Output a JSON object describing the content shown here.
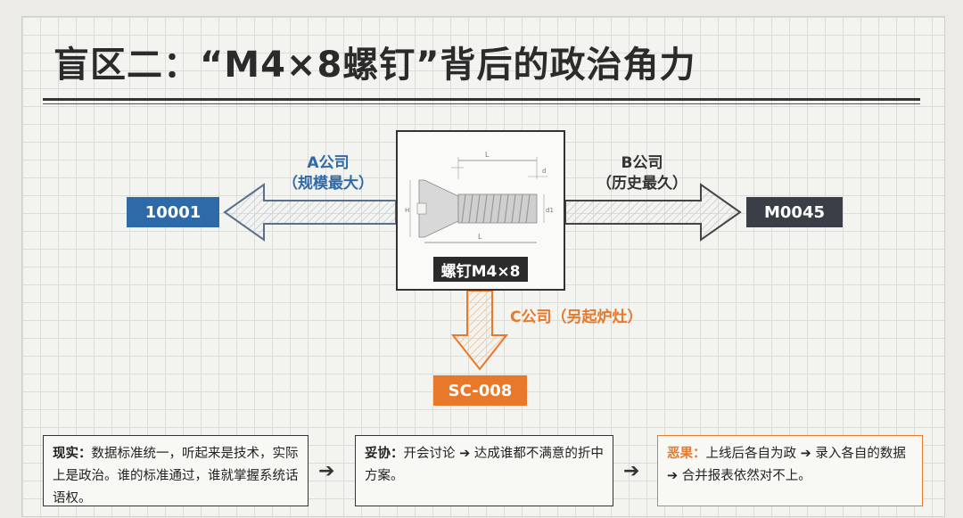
{
  "title": "盲区二：“M4×8螺钉”背后的政治角力",
  "center": {
    "label": "螺钉M4×8"
  },
  "branches": {
    "a": {
      "company": "A公司",
      "note": "（规模最大）",
      "code": "10001",
      "color": "#2f6aa8"
    },
    "b": {
      "company": "B公司",
      "note": "（历史最久）",
      "code": "M0045",
      "color": "#3a3f47"
    },
    "c": {
      "label": "C公司（另起炉灶）",
      "code": "SC-008",
      "color": "#e8782a"
    }
  },
  "drawing_labels": {
    "length": "L",
    "head": "H",
    "thread_d": "d",
    "diameter": "d1"
  },
  "bottom": [
    {
      "lead": "现实：",
      "text": "数据标准统一，听起来是技术，实际上是政治。谁的标准通过，谁就掌握系统话语权。"
    },
    {
      "lead": "妥协：",
      "text": "开会讨论 ➔ 达成谁都不满意的折中方案。"
    },
    {
      "lead": "恶果：",
      "text": "上线后各自为政 ➔ 录入各自的数据 ➔ 合并报表依然对不上。"
    }
  ],
  "flow_arrow": "➔"
}
